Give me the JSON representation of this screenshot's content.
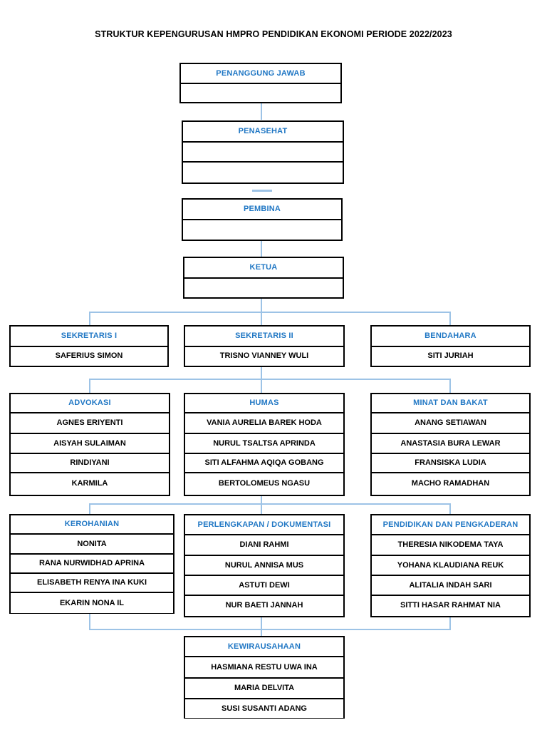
{
  "title": "STRUKTUR KEPENGURUSAN HMPRO PENDIDIKAN EKONOMI PERIODE 2022/2023",
  "colors": {
    "header_text": "#2077C4",
    "connector": "#9DC3E6",
    "box_border": "#000000",
    "body_text": "#000000",
    "background": "#FFFFFF"
  },
  "nodes": {
    "penanggung_jawab": {
      "header": "PENANGGUNG JAWAB",
      "rows": [
        ""
      ]
    },
    "penasehat": {
      "header": "PENASEHAT",
      "rows": [
        "",
        ""
      ]
    },
    "pembina": {
      "header": "PEMBINA",
      "rows": [
        ""
      ]
    },
    "ketua": {
      "header": "KETUA",
      "rows": [
        ""
      ]
    },
    "sekretaris_1": {
      "header": "SEKRETARIS I",
      "rows": [
        "SAFERIUS SIMON"
      ]
    },
    "sekretaris_2": {
      "header": "SEKRETARIS II",
      "rows": [
        "TRISNO VIANNEY WULI"
      ]
    },
    "bendahara": {
      "header": "BENDAHARA",
      "rows": [
        "SITI JURIAH"
      ]
    },
    "advokasi": {
      "header": "ADVOKASI",
      "rows": [
        "AGNES ERIYENTI",
        "AISYAH SULAIMAN",
        "RINDIYANI",
        "KARMILA"
      ]
    },
    "humas": {
      "header": "HUMAS",
      "rows": [
        "VANIA AURELIA BAREK HODA",
        "NURUL TSALTSA APRINDA",
        "SITI ALFAHMA AQIQA GOBANG",
        "BERTOLOMEUS NGASU"
      ]
    },
    "minat_dan_bakat": {
      "header": "MINAT DAN BAKAT",
      "rows": [
        "ANANG SETIAWAN",
        "ANASTASIA BURA LEWAR",
        "FRANSISKA LUDIA",
        "MACHO RAMADHAN"
      ]
    },
    "kerohanian": {
      "header": "KEROHANIAN",
      "rows": [
        "NONITA",
        "RANA NURWIDHAD APRINA",
        "ELISABETH RENYA INA KUKI",
        "EKARIN NONA IL"
      ]
    },
    "perlengkapan_dokumentasi": {
      "header": "PERLENGKAPAN / DOKUMENTASI",
      "rows": [
        "DIANI RAHMI",
        "NURUL ANNISA MUS",
        "ASTUTI DEWI",
        "NUR BAETI JANNAH"
      ]
    },
    "pendidikan_dan_pengkaderan": {
      "header": "PENDIDIKAN DAN PENGKADERAN",
      "rows": [
        "THERESIA NIKODEMA TAYA",
        "YOHANA KLAUDIANA REUK",
        "ALITALIA INDAH SARI",
        "SITTI HASAR RAHMAT NIA"
      ]
    },
    "kewirausahaan": {
      "header": "KEWIRAUSAHAAN",
      "rows": [
        "HASMIANA RESTU UWA INA",
        "MARIA DELVITA",
        "SUSI SUSANTI ADANG"
      ]
    }
  }
}
